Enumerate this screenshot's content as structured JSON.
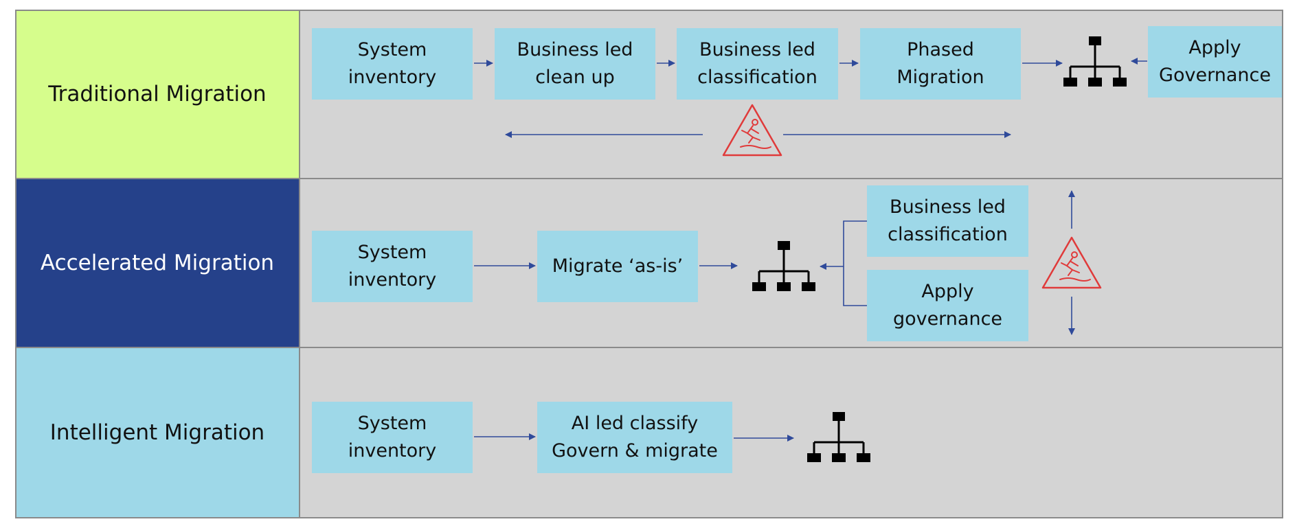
{
  "rows": [
    {
      "label": "Traditional Migration",
      "colors": {
        "label_bg": "#d6fd8c",
        "label_text": "#111111"
      },
      "steps": [
        "System\ninventory",
        "Business led\nclean up",
        "Business led\nclassification",
        "Phased\nMigration",
        "Apply\nGovernance"
      ]
    },
    {
      "label": "Accelerated Migration",
      "colors": {
        "label_bg": "#25418a",
        "label_text": "#ffffff"
      },
      "steps": [
        "System\ninventory",
        "Migrate ‘as-is’",
        "Business led\nclassification",
        "Apply\ngovernance"
      ]
    },
    {
      "label": "Intelligent Migration",
      "colors": {
        "label_bg": "#9ed8e8",
        "label_text": "#111111"
      },
      "steps": [
        "System\ninventory",
        "AI led classify\nGovern & migrate"
      ]
    }
  ],
  "icons": {
    "hierarchy": "org-chart-icon",
    "warning": "slip-hazard-warning-icon"
  },
  "colors": {
    "step_box": "#9ed8e8",
    "panel": "#d4d4d4",
    "arrow": "#2f4a9a",
    "warning": "#e03a3a",
    "border": "#8a8a8a"
  }
}
